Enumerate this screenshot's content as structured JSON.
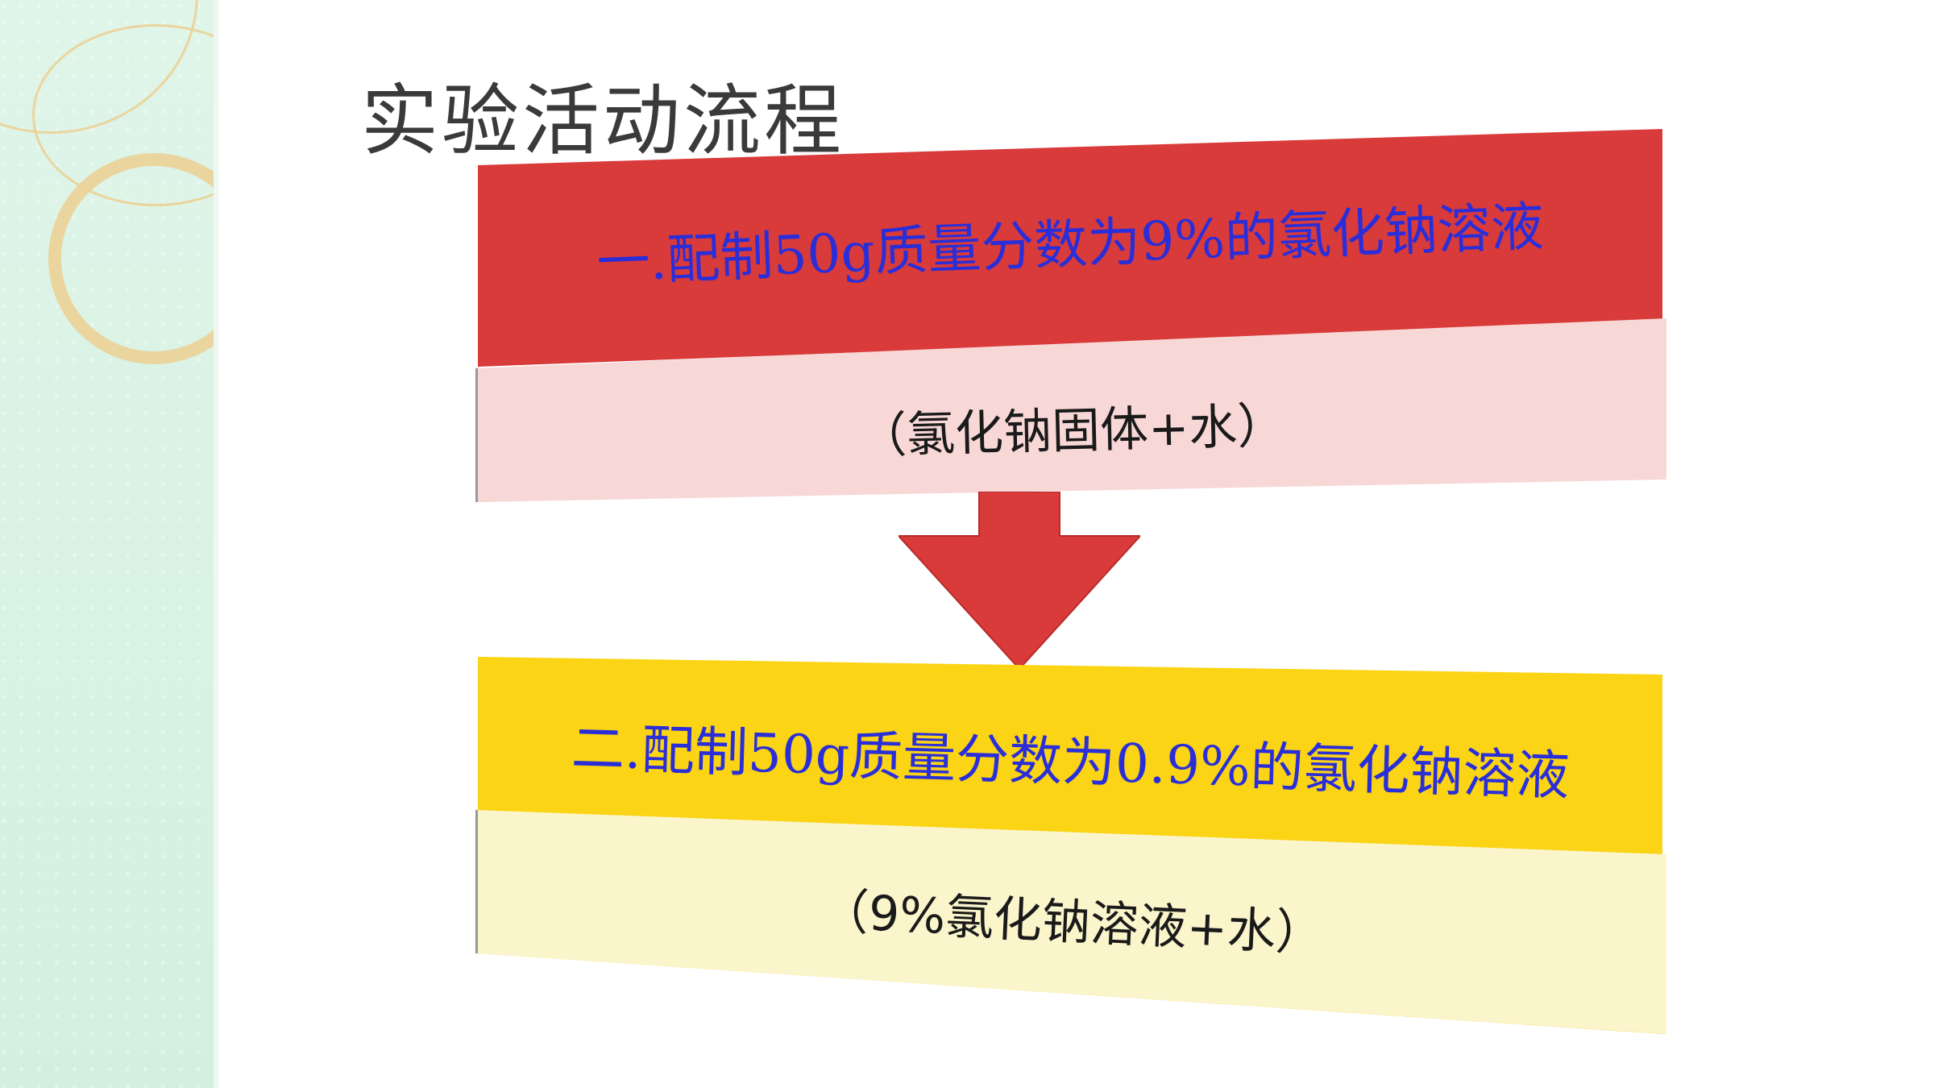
{
  "title": "实验活动流程",
  "steps": [
    {
      "heading": "一.配制50g质量分数为9%的氯化钠溶液",
      "detail": "（氯化钠固体+水）",
      "color": "#d93a3a",
      "detail_color": "#f8d7d7"
    },
    {
      "heading": "二.配制50g质量分数为0.9%的氯化钠溶液",
      "detail": "（9%氯化钠溶液+水）",
      "color": "#fad415",
      "detail_color": "#fbf5cc"
    }
  ],
  "text_color": "#2a2ed9",
  "arrow_color": "#d93a3a"
}
